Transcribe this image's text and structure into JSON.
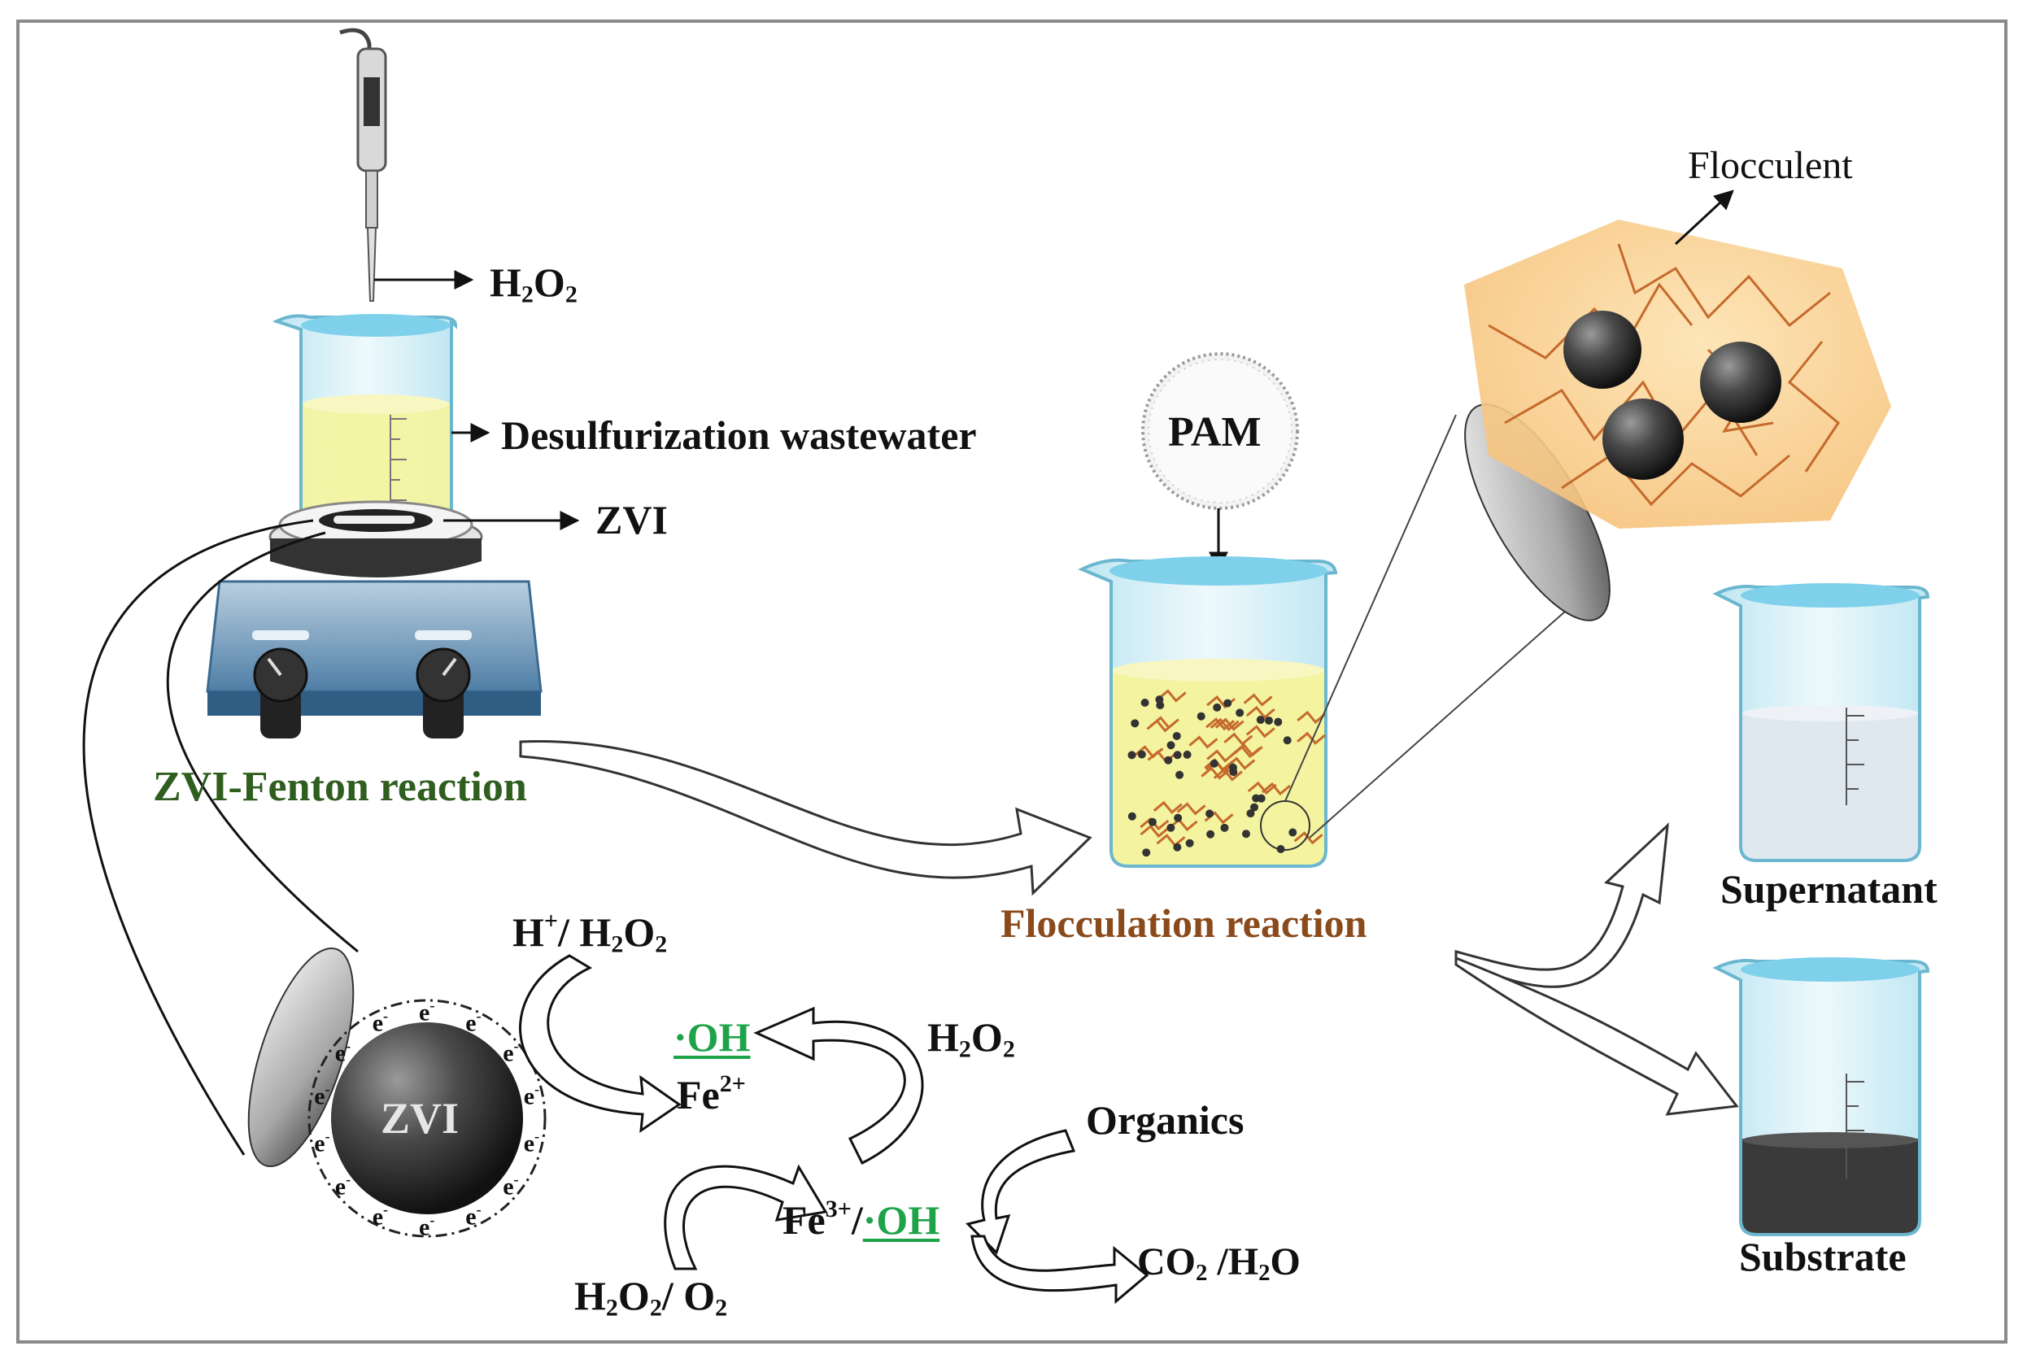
{
  "labels": {
    "h2o2_top": {
      "main": "H",
      "s1": "2",
      "m2": "O",
      "s2": "2"
    },
    "desulf": "Desulfurization wastewater",
    "zvi_stir": "ZVI",
    "zvi_fenton": "ZVI-Fenton reaction",
    "pam": "PAM",
    "flocculent": "Flocculent",
    "floc_reaction": "Flocculation reaction",
    "supernatant": "Supernatant",
    "substrate": "Substrate",
    "zvi_particle": "ZVI",
    "electron": "e",
    "electron_sup": "-",
    "hplus": {
      "h": "H",
      "sup": "+",
      "rest": "/ H",
      "s": "2",
      "o": "O",
      "s2": "2"
    },
    "oh": "·OH",
    "h2o2_right": {
      "h": "H",
      "s": "2",
      "o": "O",
      "s2": "2"
    },
    "fe2": {
      "fe": "Fe",
      "sup": "2+"
    },
    "organics": "Organics",
    "fe3": {
      "fe": "Fe",
      "sup": "3+",
      "slash": "/"
    },
    "co2": {
      "c": "CO",
      "s": "2",
      "rest": " /H",
      "s2": "2",
      "o": "O"
    },
    "h2o2_o2": {
      "h": "H",
      "s": "2",
      "o": "O",
      "s2": "2",
      "rest": "/ O",
      "s3": "2"
    }
  },
  "colors": {
    "green_label": "#2f5e1f",
    "brown_label": "#8a4a1c",
    "oh_green": "#1fa34a",
    "water_blue": "#7fd0ea",
    "yellow_liquid": "#f4f3a0",
    "floc_orange": "#f6c27a"
  }
}
